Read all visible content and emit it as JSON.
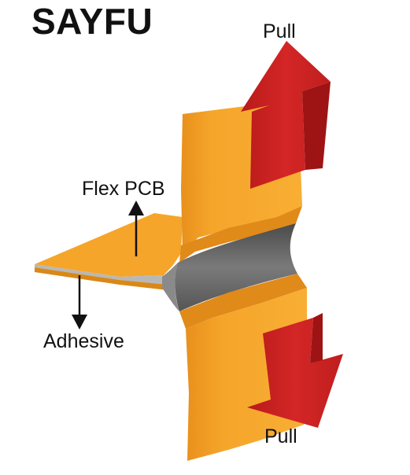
{
  "brand": "SAYFU",
  "labels": {
    "pull_top": "Pull",
    "pull_bottom": "Pull",
    "flex_pcb": "Flex PCB",
    "adhesive": "Adhesive"
  },
  "colors": {
    "flex_orange": "#F5A52A",
    "flex_orange_dark": "#E8901C",
    "adhesive_gray": "#6A6A6A",
    "pull_arrow_red": "#CC2222",
    "pull_arrow_dark": "#9E1414",
    "text": "#111111"
  },
  "icons": {
    "pull_up": "pull-arrow-up-icon",
    "pull_down": "pull-arrow-down-icon",
    "pointer_up": "arrow-up-icon",
    "pointer_down": "arrow-down-icon"
  }
}
